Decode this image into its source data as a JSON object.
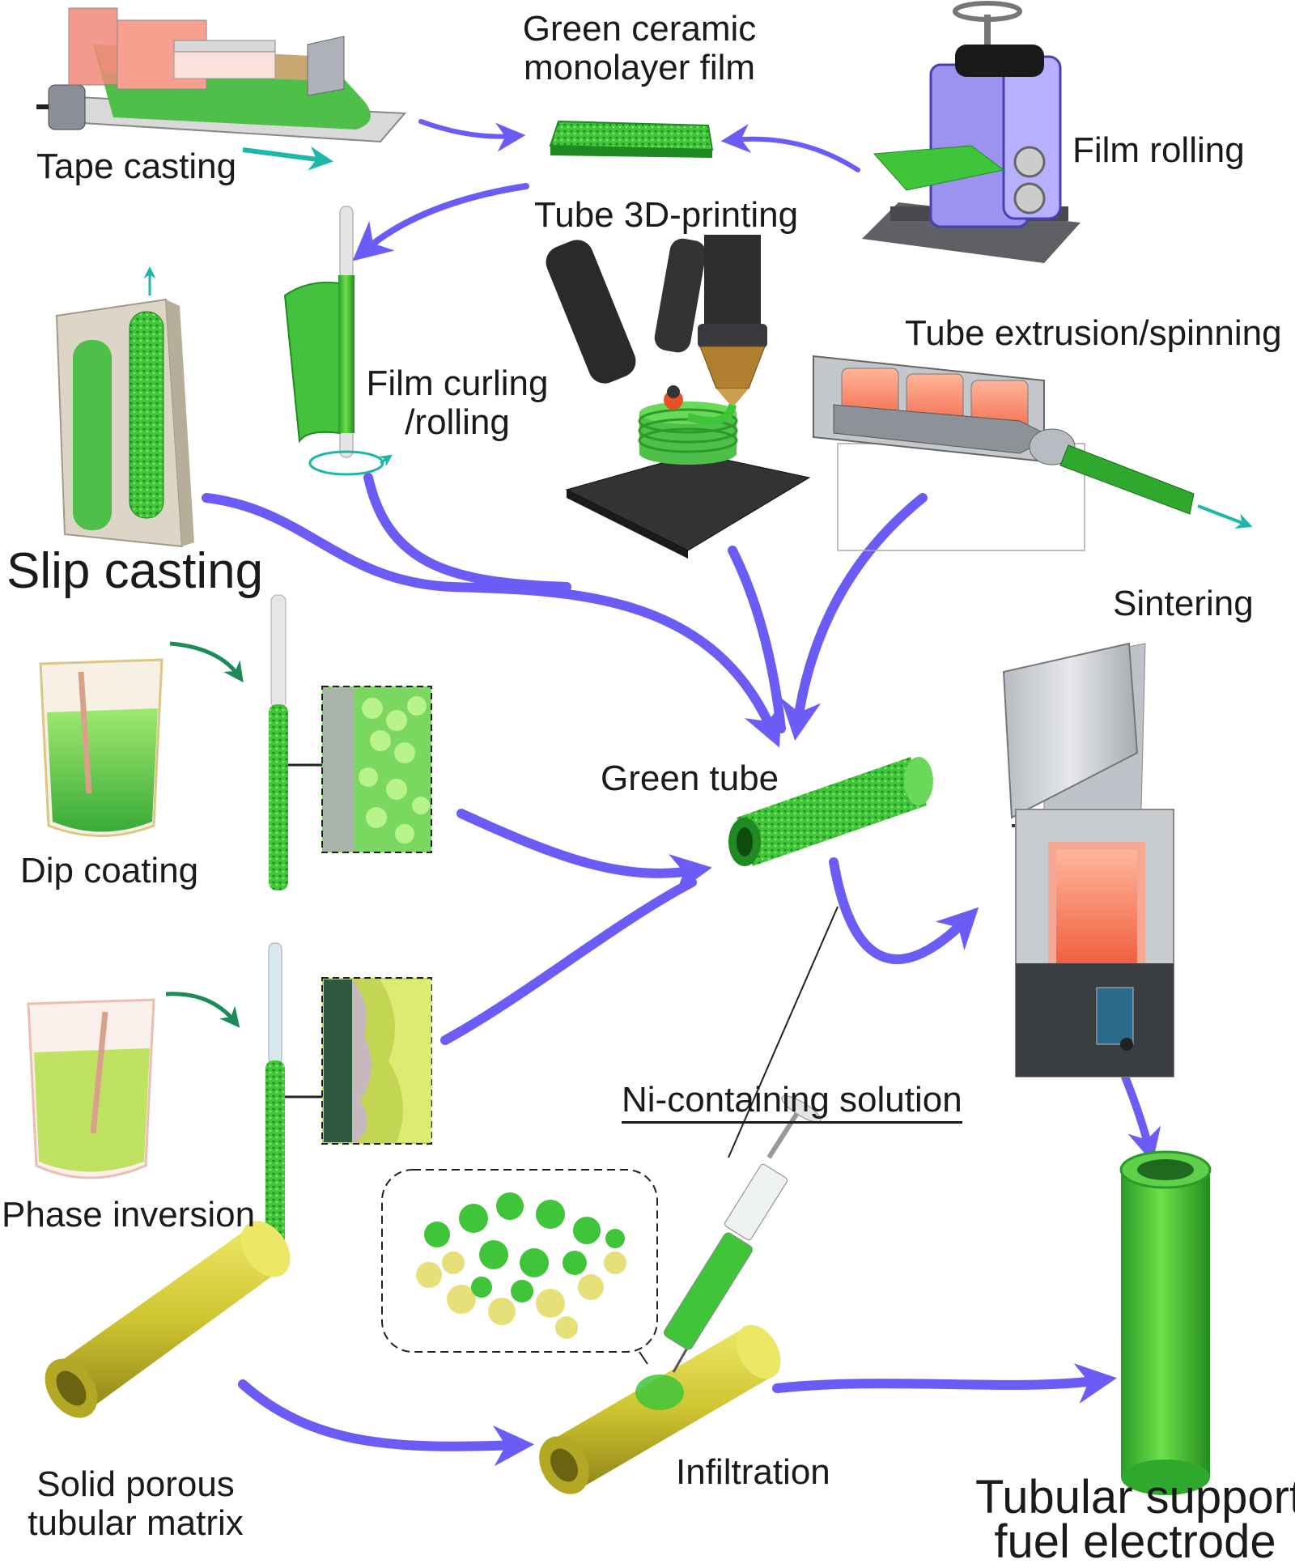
{
  "colors": {
    "arrow": "#6a5cf5",
    "teal_arrow": "#1fb8a8",
    "green_arrow": "#1d8a5a",
    "green": "#3fc43a",
    "green_dark": "#1f8a22",
    "yellow": "#d8cf3a",
    "furnace": "#c9cdd2"
  },
  "labels": {
    "green_ceramic_film_line1": "Green ceramic",
    "green_ceramic_film_line2": "monolayer film",
    "tape_casting": "Tape casting",
    "film_rolling": "Film rolling",
    "tube_3d_printing": "Tube 3D-printing",
    "tube_extrusion": "Tube extrusion/spinning",
    "film_curling_line1": "Film curling",
    "film_curling_line2": "/rolling",
    "slip_casting": "Slip casting",
    "sintering": "Sintering",
    "green_tube": "Green tube",
    "dip_coating": "Dip coating",
    "phase_inversion": "Phase inversion",
    "ni_solution": "Ni-containing solution",
    "solid_porous_line1": "Solid porous",
    "solid_porous_line2": "tubular matrix",
    "infiltration": "Infiltration",
    "tubular_support_line1": "Tubular support",
    "tubular_support_line2": "fuel electrode"
  },
  "icons": [
    "tape-casting-machine-icon",
    "green-film-icon",
    "rolling-mill-icon",
    "3d-printer-icon",
    "extruder-icon",
    "curling-rod-icon",
    "slip-cast-mold-icon",
    "furnace-icon",
    "green-tube-icon",
    "dip-beaker-icon",
    "phase-beaker-icon",
    "yellow-matrix-tube-icon",
    "syringe-icon",
    "porous-cluster-icon",
    "final-electrode-tube-icon"
  ]
}
